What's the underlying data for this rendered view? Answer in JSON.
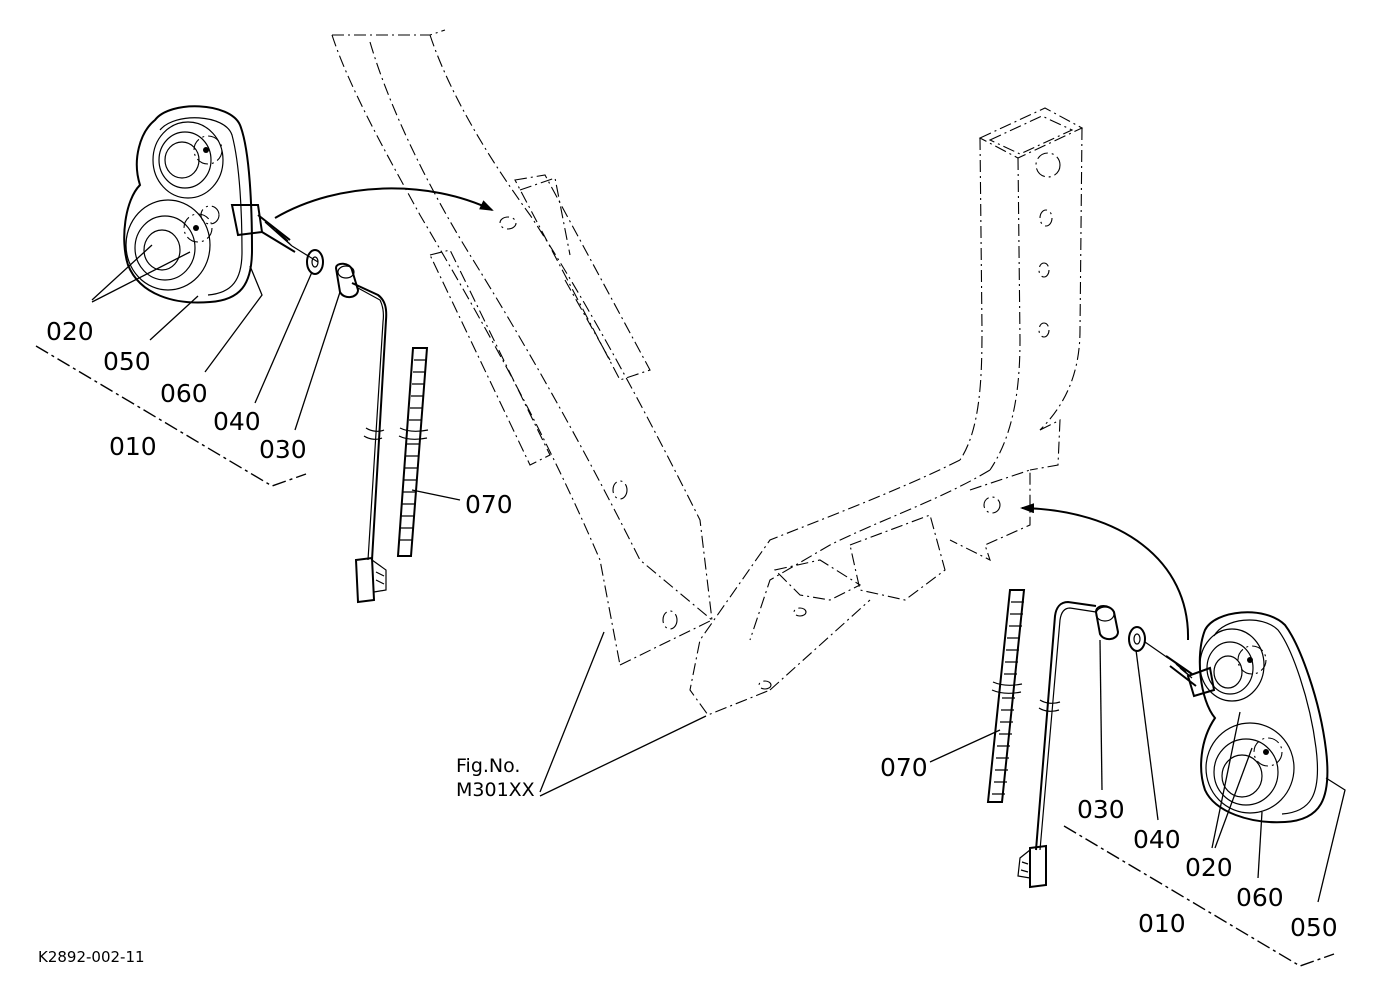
{
  "figure": {
    "ref_label_line1": "Fig.No.",
    "ref_label_line2": "M301XX",
    "drawing_code": "K2892-002-11"
  },
  "left_assembly": {
    "labels": {
      "p020": "020",
      "p050": "050",
      "p060": "060",
      "p040": "040",
      "p030": "030",
      "p010": "010",
      "p070": "070"
    }
  },
  "right_assembly": {
    "labels": {
      "p070": "070",
      "p030": "030",
      "p040": "040",
      "p020": "020",
      "p060": "060",
      "p010": "010",
      "p050": "050"
    }
  }
}
